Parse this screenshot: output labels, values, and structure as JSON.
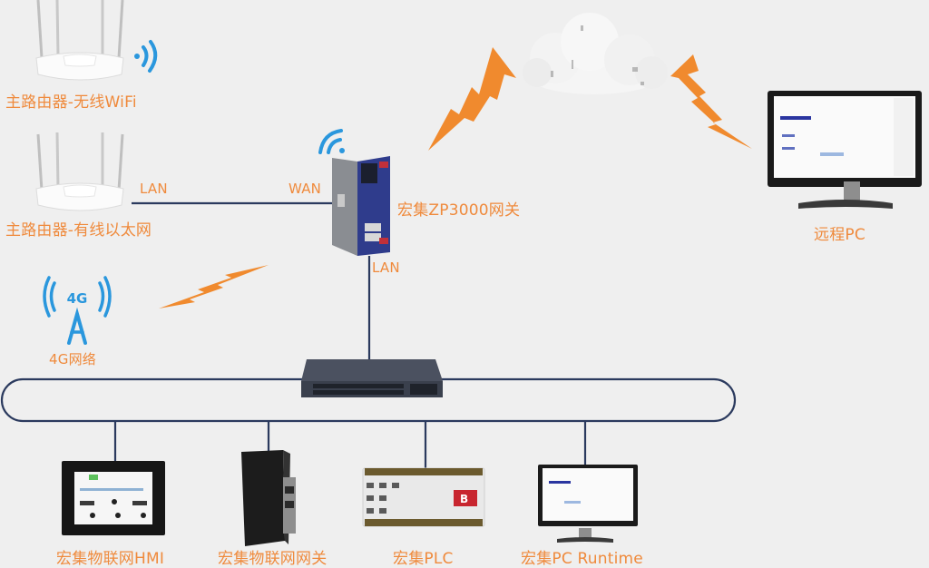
{
  "diagram": {
    "colors": {
      "label": "#ef8a3c",
      "bolt": "#f08a2e",
      "line": "#2b3a5e",
      "wifi": "#2a97dd",
      "background": "#efefef"
    },
    "nodes": {
      "wifi_router": {
        "label": "主路由器-无线WiFi",
        "icon": "wifi-router-icon"
      },
      "wired_router": {
        "label": "主路由器-有线以太网",
        "icon": "router-icon"
      },
      "gateway": {
        "label": "宏集ZP3000网关",
        "icon": "industrial-gateway-icon"
      },
      "network_4g": {
        "label": "4G网络",
        "icon": "4g-antenna-icon",
        "badge": "4G"
      },
      "cloud": {
        "label": "",
        "icon": "cloud-icon"
      },
      "remote_pc": {
        "label": "远程PC",
        "icon": "monitor-icon"
      },
      "switch": {
        "label": "",
        "icon": "network-switch-icon"
      },
      "hmi": {
        "label": "宏集物联网HMI",
        "icon": "hmi-panel-icon"
      },
      "iot_gateway": {
        "label": "宏集物联网网关",
        "icon": "din-rail-gateway-icon"
      },
      "plc": {
        "label": "宏集PLC",
        "icon": "plc-icon",
        "badge": "B"
      },
      "pc_runtime": {
        "label": "宏集PC Runtime",
        "icon": "monitor-icon"
      }
    },
    "links": {
      "router_to_gateway_left": "LAN",
      "router_to_gateway_right": "WAN",
      "gateway_to_switch": "LAN"
    }
  }
}
